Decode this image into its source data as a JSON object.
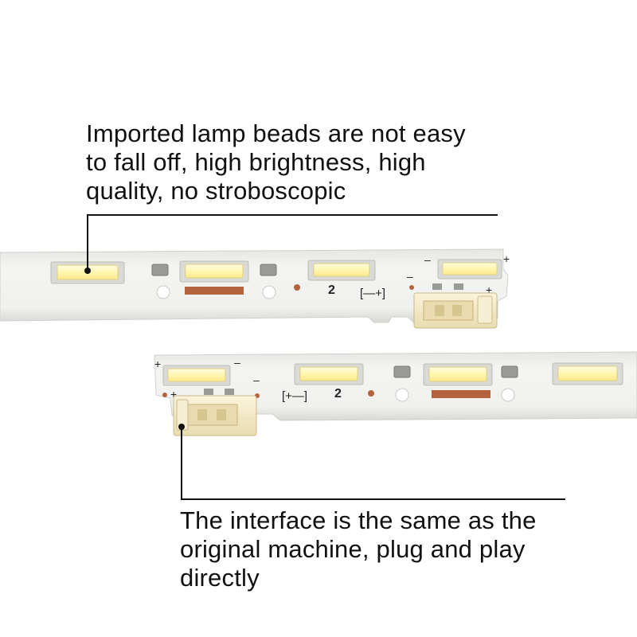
{
  "captions": {
    "top": {
      "lines": [
        "Imported lamp beads are not easy",
        "to fall off, high brightness, high",
        "quality, no stroboscopic"
      ]
    },
    "bottom": {
      "lines": [
        "The interface is the same as the",
        "original machine, plug and play",
        "directly"
      ]
    }
  },
  "strip_upper": {
    "mark_number": "2",
    "mark_polarity": "[—+]",
    "plus_1": "+",
    "plus_2": "+",
    "minus_1": "–",
    "minus_2": "–"
  },
  "strip_lower": {
    "mark_number": "2",
    "mark_polarity": "[+—]",
    "plus_1": "+",
    "plus_2": "+",
    "minus_1": "–",
    "minus_2": "–"
  },
  "colors": {
    "background": "#ffffff",
    "pcb": "#f1f1ef",
    "led_glow": "#fff8c8",
    "copper_pad": "#b5623e",
    "connector": "#f2e8c4",
    "callout_line": "#111111"
  }
}
